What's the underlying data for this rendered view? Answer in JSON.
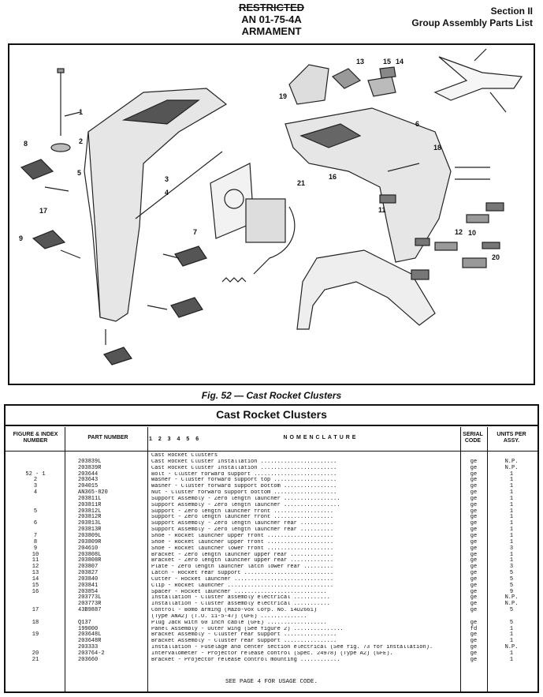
{
  "header": {
    "restricted": "RESTRICTED",
    "doc_number": "AN 01-75-4A",
    "category": "ARMAMENT",
    "section": "Section II",
    "subtitle": "Group Assembly Parts List"
  },
  "figure": {
    "caption": "Fig. 52 — Cast Rocket Clusters",
    "callouts": [
      "1",
      "2",
      "3",
      "4",
      "5",
      "6",
      "7",
      "8",
      "9",
      "10",
      "11",
      "12",
      "13",
      "14",
      "15",
      "16",
      "17",
      "18",
      "19",
      "20",
      "21"
    ]
  },
  "table": {
    "title": "Cast Rocket Clusters",
    "columns": {
      "figure": "FIGURE & INDEX NUMBER",
      "part": "PART NUMBER",
      "indent": "1 2 3 4 5 6",
      "nomenclature": "NOMENCLATURE",
      "code": "SERIAL CODE",
      "units": "UNITS PER ASSY."
    },
    "rows": [
      {
        "fig": "",
        "part": "",
        "nom": "Cast Rocket Clusters",
        "code": "",
        "units": ""
      },
      {
        "fig": "",
        "part": "203839L",
        "nom": "Cast Rocket Cluster Installation .......................",
        "code": "ge",
        "units": "N.P."
      },
      {
        "fig": "",
        "part": "203839R",
        "nom": "Cast Rocket Cluster Installation .......................",
        "code": "ge",
        "units": "N.P."
      },
      {
        "fig": "52 - 1",
        "part": "203644",
        "nom": "  Bolt - Cluster forward support .........................",
        "code": "ge",
        "units": "1"
      },
      {
        "fig": "2",
        "part": "203643",
        "nom": "  Washer - Cluster forward support top ...................",
        "code": "ge",
        "units": "1"
      },
      {
        "fig": "3",
        "part": "204015",
        "nom": "  Washer - Cluster forward support bottom ................",
        "code": "ge",
        "units": "1"
      },
      {
        "fig": "4",
        "part": "AN365-820",
        "nom": "  Nut - Cluster forward support bottom ...................",
        "code": "ge",
        "units": "1"
      },
      {
        "fig": "",
        "part": "203811L",
        "nom": "  Support Assembly - Zero length launcher .................",
        "code": "ge",
        "units": "1"
      },
      {
        "fig": "",
        "part": "203811R",
        "nom": "  Support Assembly - Zero length launcher .................",
        "code": "ge",
        "units": "1"
      },
      {
        "fig": "5",
        "part": "203812L",
        "nom": "    Support - Zero length launcher front ..................",
        "code": "ge",
        "units": "1"
      },
      {
        "fig": "",
        "part": "203812R",
        "nom": "    Support - Zero length launcher front ..................",
        "code": "ge",
        "units": "1"
      },
      {
        "fig": "6",
        "part": "203813L",
        "nom": "    Support Assembly - Zero length launcher rear ..........",
        "code": "ge",
        "units": "1"
      },
      {
        "fig": "",
        "part": "203813R",
        "nom": "    Support Assembly - Zero length launcher rear ..........",
        "code": "ge",
        "units": "1"
      },
      {
        "fig": "7",
        "part": "203809L",
        "nom": "    Shoe - Rocket launcher upper front ....................",
        "code": "ge",
        "units": "1"
      },
      {
        "fig": "8",
        "part": "203809R",
        "nom": "    Shoe - Rocket launcher upper front ....................",
        "code": "ge",
        "units": "1"
      },
      {
        "fig": "9",
        "part": "204610",
        "nom": "    Shoe - Rocket launcher lower front ....................",
        "code": "ge",
        "units": "3"
      },
      {
        "fig": "10",
        "part": "203808L",
        "nom": "    Bracket - Zero length launcher upper rear .............",
        "code": "ge",
        "units": "1"
      },
      {
        "fig": "11",
        "part": "203808R",
        "nom": "    Bracket - Zero length launcher upper rear .............",
        "code": "ge",
        "units": "1"
      },
      {
        "fig": "12",
        "part": "203807",
        "nom": "    Plate - Zero length launcher latch lower rear .........",
        "code": "ge",
        "units": "3"
      },
      {
        "fig": "13",
        "part": "203827",
        "nom": "    Latch - Rocket rear support ...........................",
        "code": "ge",
        "units": "5"
      },
      {
        "fig": "14",
        "part": "203840",
        "nom": "    Cutter - Rocket launcher ..............................",
        "code": "ge",
        "units": "5"
      },
      {
        "fig": "15",
        "part": "203841",
        "nom": "    Clip - Rocket launcher ................................",
        "code": "ge",
        "units": "5"
      },
      {
        "fig": "16",
        "part": "203854",
        "nom": "      Spacer - Rocket launcher ............................",
        "code": "ge",
        "units": "9"
      },
      {
        "fig": "",
        "part": "203773L",
        "nom": "    Installation - Cluster assembly electrical ...........",
        "code": "ge",
        "units": "N.P."
      },
      {
        "fig": "",
        "part": "203773R",
        "nom": "    Installation - Cluster assembly electrical ...........",
        "code": "ge",
        "units": "N.P."
      },
      {
        "fig": "17",
        "part": "43B9887",
        "nom": "      Control - Bomb arming (Mazo-Vox Corp. No. 14D2661)",
        "code": "ge",
        "units": "5"
      },
      {
        "fig": "",
        "part": "",
        "nom": "        (Type ANA2) (T.O. 11-5-47) (GFE) ..............",
        "code": "",
        "units": ""
      },
      {
        "fig": "18",
        "part": "Q137",
        "nom": "      Plug Jack with 60 inch cable (GFE) ..................",
        "code": "ge",
        "units": "5"
      },
      {
        "fig": "",
        "part": "199000",
        "nom": "Panel Assembly - Outer wing (See figure 2) ...............",
        "code": "fd",
        "units": "1"
      },
      {
        "fig": "19",
        "part": "203648L",
        "nom": "  Bracket Assembly - Cluster rear support ................",
        "code": "ge",
        "units": "1"
      },
      {
        "fig": "",
        "part": "203648R",
        "nom": "  Bracket Assembly - Cluster rear support ................",
        "code": "ge",
        "units": "1"
      },
      {
        "fig": "",
        "part": "203333",
        "nom": "Installation - Fuselage and center section electrical (See fig. 73 for installation).",
        "code": "ge",
        "units": "N.P."
      },
      {
        "fig": "20",
        "part": "203764-2",
        "nom": "  Intervalometer - Projector release control (Spec. 24978) (Type A2) (GFE).",
        "code": "ge",
        "units": "1"
      },
      {
        "fig": "21",
        "part": "203660",
        "nom": "  Bracket - Projector release control mounting ............",
        "code": "ge",
        "units": "1"
      }
    ],
    "footnote": "SEE PAGE 4 FOR USAGE CODE."
  }
}
